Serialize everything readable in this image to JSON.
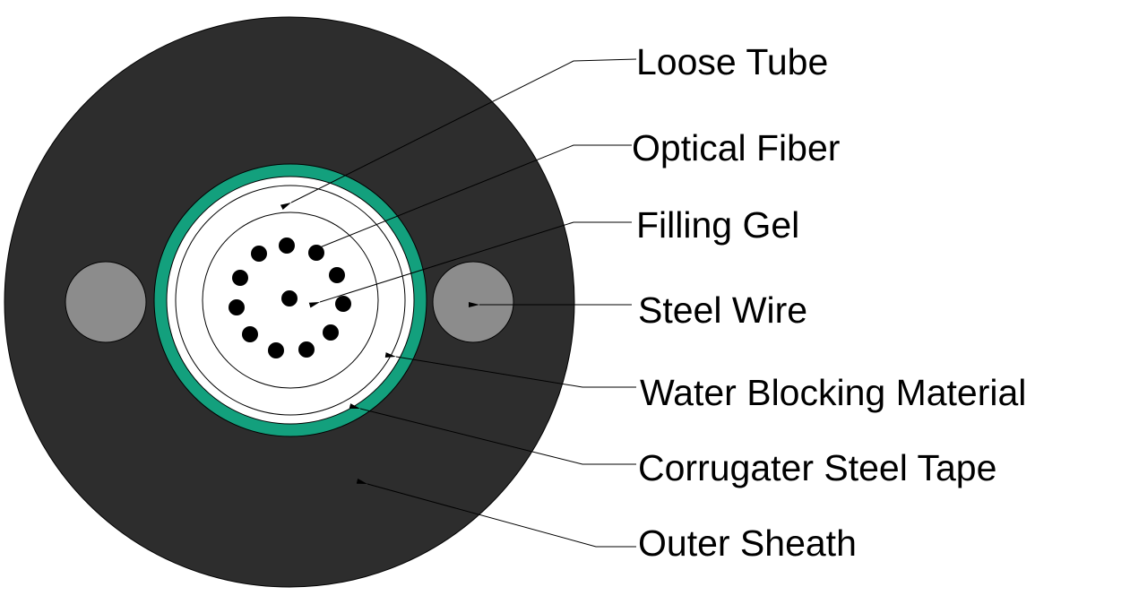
{
  "title": "Cable cross-section",
  "labels": {
    "loose_tube": "Loose Tube",
    "optical_fiber": "Optical Fiber",
    "filling_gel": "Filling Gel",
    "steel_wire": "Steel Wire",
    "water_blocking": "Water Blocking Material",
    "steel_tape": "Corrugater Steel Tape",
    "outer_sheath": "Outer Sheath"
  },
  "colors": {
    "sheath": "#2d2d2d",
    "steel_tape": "#13a07d",
    "steel_wire": "#8c8c8c",
    "fiber": "#000000"
  }
}
